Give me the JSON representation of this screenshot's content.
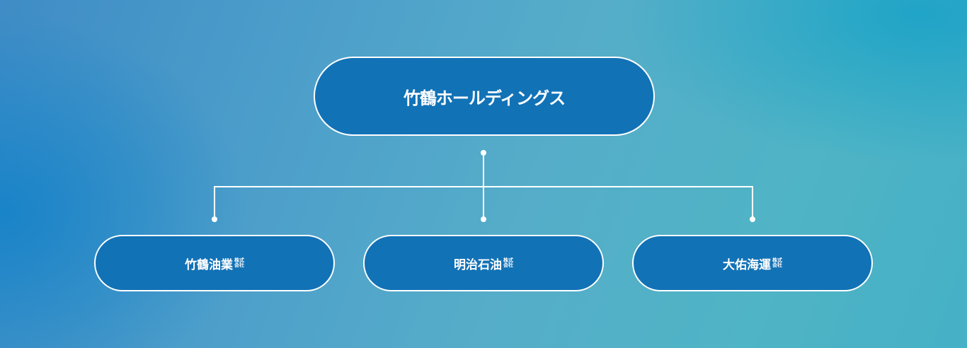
{
  "parent": {
    "name": "竹鶴ホールディングス"
  },
  "children": [
    {
      "name": "竹鶴油業",
      "suffix": [
        "株",
        "式",
        "会",
        "社"
      ]
    },
    {
      "name": "明治石油",
      "suffix": [
        "株",
        "式",
        "会",
        "社"
      ]
    },
    {
      "name": "大佑海運",
      "suffix": [
        "株",
        "式",
        "会",
        "社"
      ]
    }
  ]
}
